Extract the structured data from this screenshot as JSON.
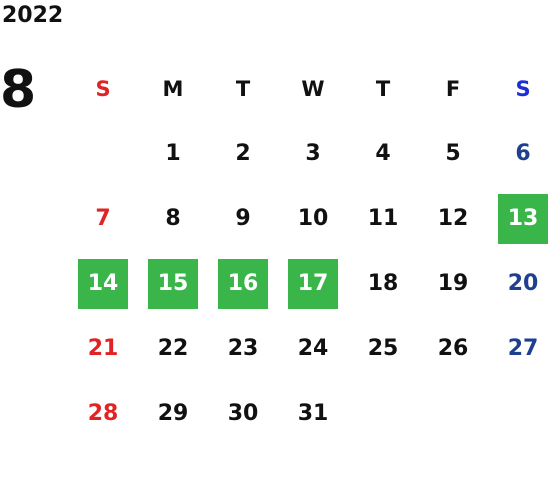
{
  "calendar": {
    "year": "2022",
    "month": "8",
    "weekdays": [
      "S",
      "M",
      "T",
      "W",
      "T",
      "F",
      "S"
    ],
    "weeks": [
      [
        "",
        "1",
        "2",
        "3",
        "4",
        "5",
        "6"
      ],
      [
        "7",
        "8",
        "9",
        "10",
        "11",
        "12",
        "13"
      ],
      [
        "14",
        "15",
        "16",
        "17",
        "18",
        "19",
        "20"
      ],
      [
        "21",
        "22",
        "23",
        "24",
        "25",
        "26",
        "27"
      ],
      [
        "28",
        "29",
        "30",
        "31",
        "",
        "",
        ""
      ]
    ],
    "highlighted_days": [
      "13",
      "14",
      "15",
      "16",
      "17"
    ],
    "colors": {
      "sunday": "#e02424",
      "saturday": "#1f3f8f",
      "saturday_header": "#1a2fd6",
      "highlight": "#3ab54a"
    }
  }
}
